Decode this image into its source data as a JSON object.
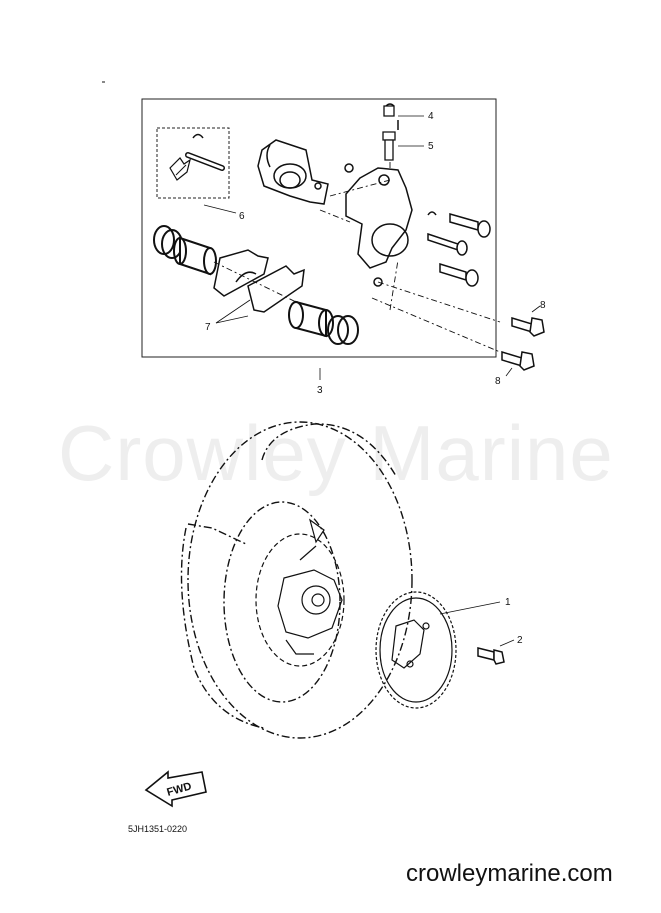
{
  "watermark": "Crowley Marine",
  "site_footer": "crowleymarine.com",
  "ref_code": "5JH1351-0220",
  "fwd_label": "FWD",
  "callouts": {
    "c1": "1",
    "c2": "2",
    "c3": "3",
    "c4": "4",
    "c5": "5",
    "c6": "6",
    "c7": "7",
    "c8a": "8",
    "c8b": "8"
  }
}
